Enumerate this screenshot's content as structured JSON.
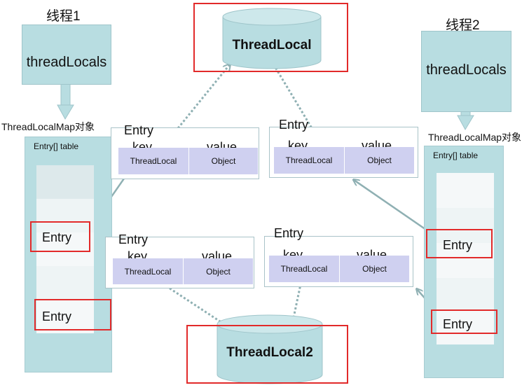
{
  "thread1": {
    "title": "线程1",
    "threadLocals": "threadLocals",
    "map_label": "ThreadLocalMap对象",
    "table_label": "Entry[] table",
    "entries": [
      "Entry",
      "Entry"
    ]
  },
  "thread2": {
    "title": "线程2",
    "threadLocals": "threadLocals",
    "map_label": "ThreadLocalMap对象",
    "table_label": "Entry[] table",
    "entries": [
      "Entry",
      "Entry"
    ]
  },
  "entry_boxes": [
    {
      "title": "Entry",
      "key": "key",
      "value": "value",
      "key_type": "ThreadLocal",
      "value_type": "Object"
    },
    {
      "title": "Entry",
      "key": "key",
      "value": "value",
      "key_type": "ThreadLocal",
      "value_type": "Object"
    },
    {
      "title": "Entry",
      "key": "key",
      "value": "value",
      "key_type": "ThreadLocal",
      "value_type": "Object"
    },
    {
      "title": "Entry",
      "key": "key",
      "value": "value",
      "key_type": "ThreadLocal",
      "value_type": "Object"
    }
  ],
  "threadlocal1": {
    "label": "ThreadLocal"
  },
  "threadlocal2": {
    "label": "ThreadLocal2"
  },
  "colors": {
    "accent_red": "#e22a2a",
    "cyan": "#b8dde1",
    "lavender": "#cfd0f0",
    "arrow": "#8fb0b3"
  }
}
